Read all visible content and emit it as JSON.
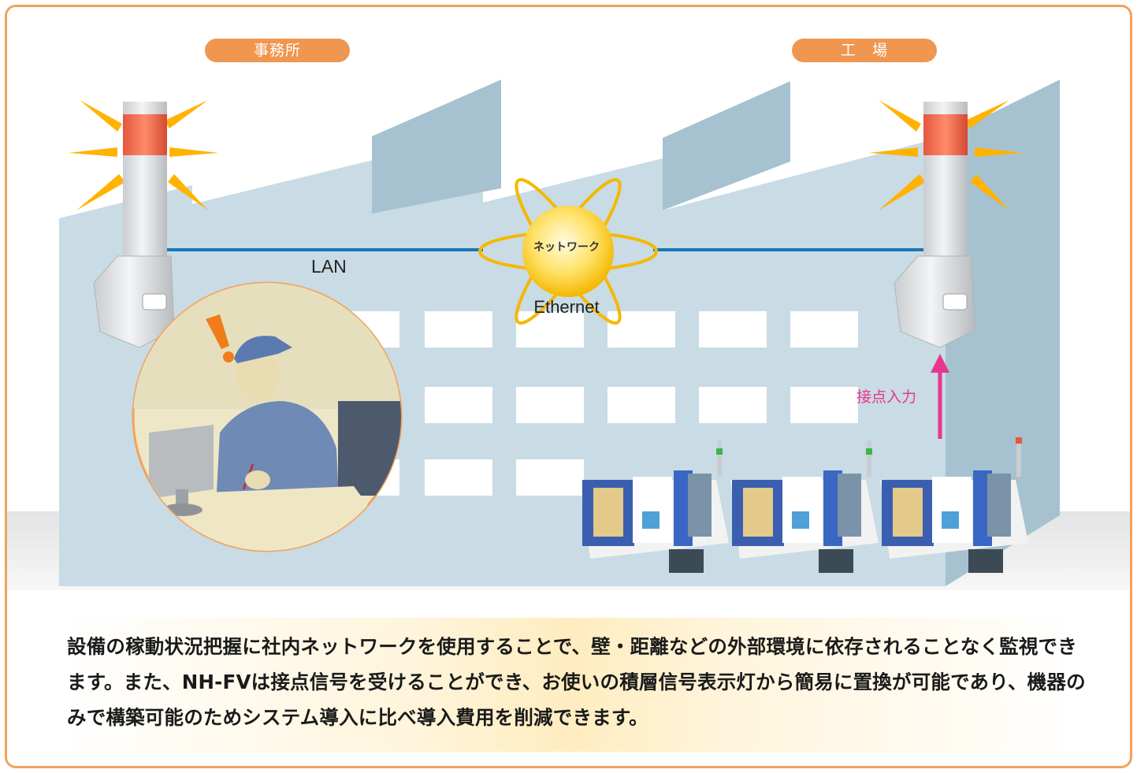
{
  "labels": {
    "office": "事務所",
    "factory": "工　場",
    "lan": "LAN",
    "network": "ネットワーク",
    "ethernet": "Ethernet",
    "contact_input": "接点入力"
  },
  "description": "設備の稼動状況把握に社内ネットワークを使用することで、壁・距離などの外部環境に依存されることなく監視できます。また、NH-FVは接点信号を受けることができ、お使いの積層信号表示灯から簡易に置換が可能であり、機器のみで構築可能のためシステム導入に比べ導入費用を削減できます。",
  "colors": {
    "frame": "#f2a25c",
    "pill": "#ef9650",
    "lan_line": "#1877b8",
    "arrow": "#e8368f",
    "glow": "#ffd54a",
    "building": "#c9dbe4"
  },
  "icons": [
    "signal-tower-icon",
    "globe-icon",
    "worker-icon",
    "machine-icon",
    "exclamation-icon",
    "arrow-up-icon"
  ]
}
